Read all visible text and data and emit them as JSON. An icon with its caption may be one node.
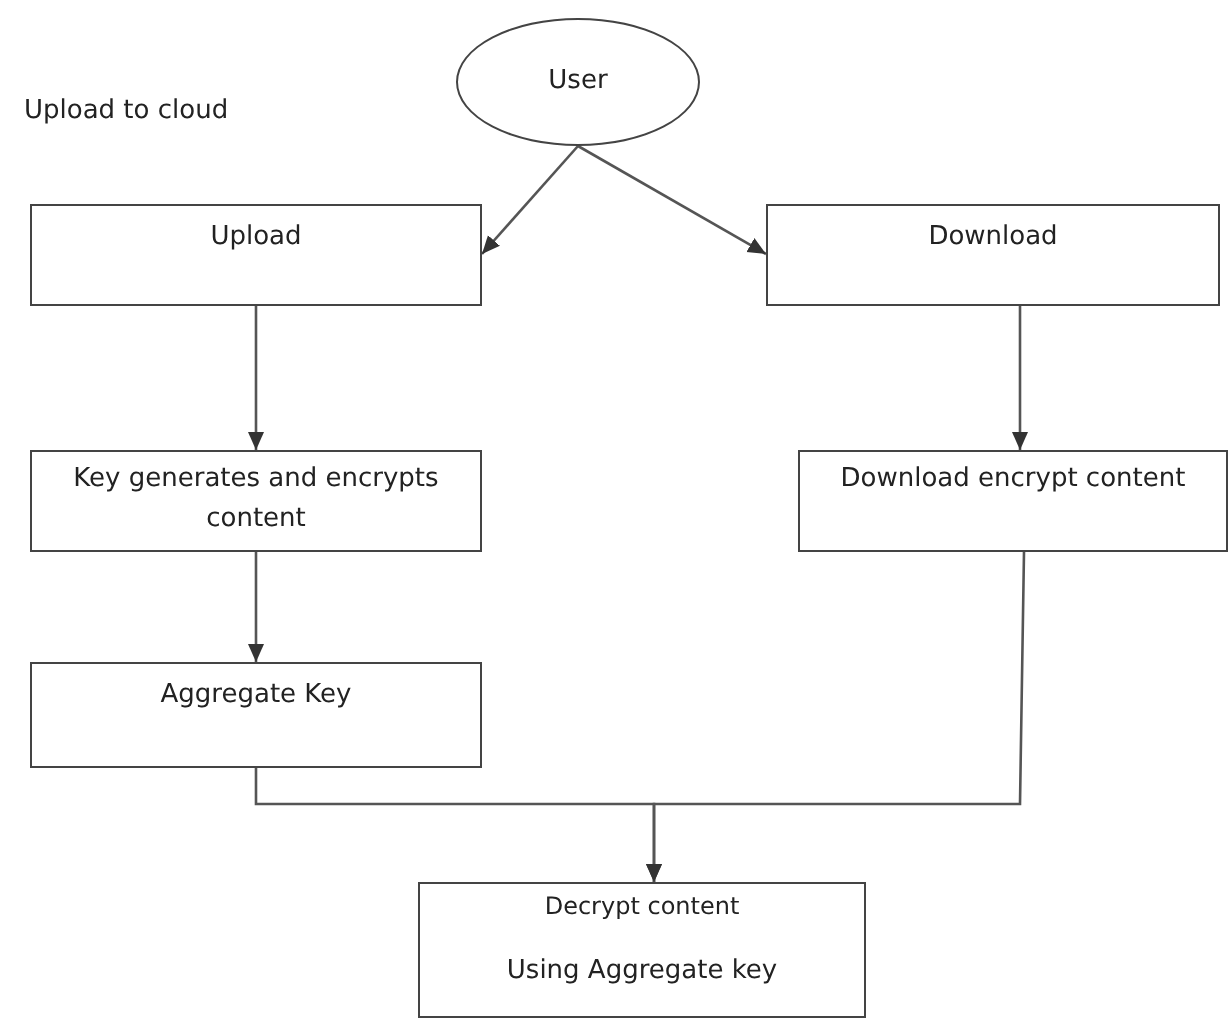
{
  "diagram": {
    "nodes": [
      {
        "text": [
          "User"
        ]
      },
      {
        "text": [
          "Upload"
        ]
      },
      {
        "text": [
          "Download"
        ]
      },
      {
        "text": [
          "Key generates and encrypts content"
        ]
      },
      {
        "text": [
          "Download encrypt content"
        ]
      },
      {
        "text": [
          "Aggregate Key"
        ]
      },
      {
        "text": [
          "Decrypt content",
          "Using Aggregate key"
        ]
      }
    ],
    "edges": [
      {
        "from": 0,
        "to": 1,
        "arrow": "to"
      },
      {
        "from": 0,
        "to": 2,
        "arrow": "to"
      },
      {
        "from": 1,
        "to": 3,
        "arrow": "to"
      },
      {
        "from": 2,
        "to": 4,
        "arrow": "to"
      },
      {
        "from": 3,
        "to": 5,
        "arrow": "to"
      },
      {
        "from": 5,
        "to": 6,
        "arrow": "to"
      },
      {
        "from": 4,
        "to": 6,
        "arrow": "to"
      }
    ],
    "labels": [
      "Upload to cloud"
    ]
  }
}
